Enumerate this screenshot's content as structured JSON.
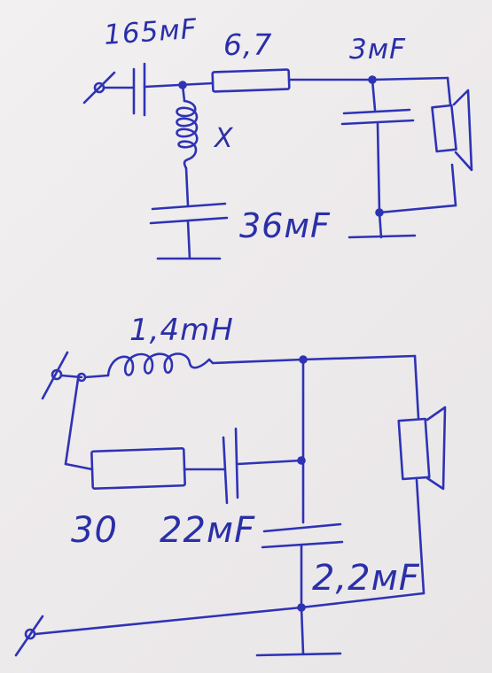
{
  "ink_color": "#2e33b5",
  "paper_color": "#efedee",
  "circuit_top": {
    "labels": {
      "input_cap": "165мF",
      "series_resistor": "6,7",
      "shunt_inductor": "X",
      "shunt_cap": "36мF",
      "speaker_cap": "3мF"
    }
  },
  "circuit_bottom": {
    "labels": {
      "inductor": "1,4mH",
      "resistor": "30",
      "series_cap": "22мF",
      "shunt_cap": "2,2мF"
    }
  }
}
